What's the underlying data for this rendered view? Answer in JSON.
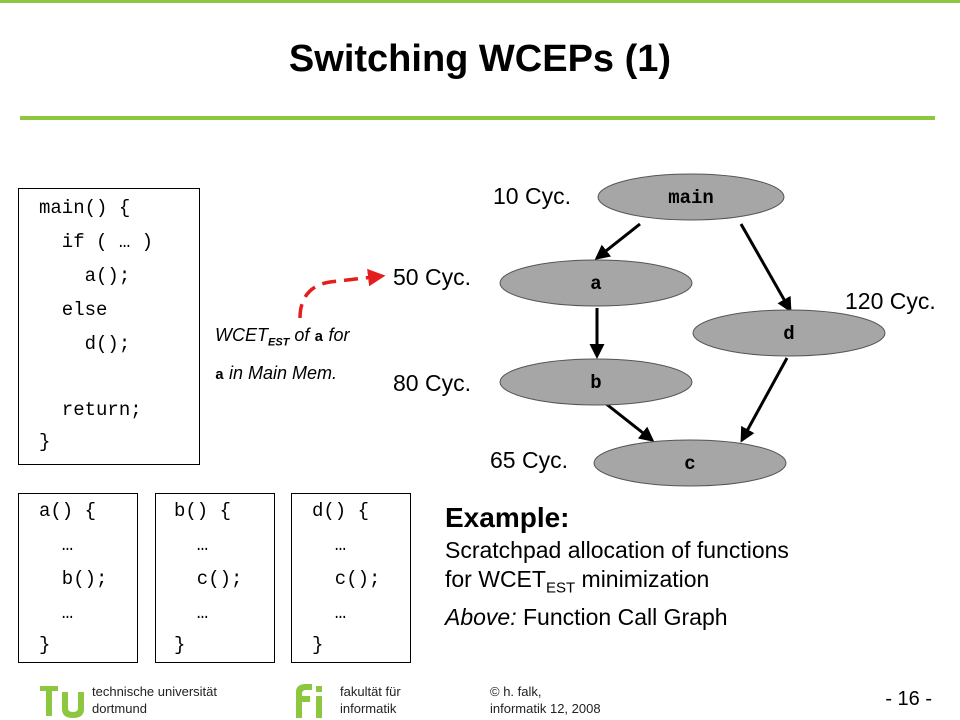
{
  "title": "Switching WCEPs (1)",
  "main_code": [
    "main() {",
    "  if ( … )",
    "    a();",
    "  else",
    "    d();",
    "",
    "  return;",
    "}"
  ],
  "a_code": [
    "a() {",
    "  …",
    "  b();",
    "  …",
    "}"
  ],
  "b_code": [
    "b() {",
    "  …",
    "  c();",
    "  …",
    "}"
  ],
  "d_code": [
    "d() {",
    "  …",
    "  c();",
    "  …",
    "}"
  ],
  "graph": {
    "nodes": {
      "main": "main",
      "a": "a",
      "b": "b",
      "c": "c",
      "d": "d"
    },
    "cycles": {
      "main": "10 Cyc.",
      "a": "50 Cyc.",
      "b": "80 Cyc.",
      "c": "65 Cyc.",
      "d": "120 Cyc."
    }
  },
  "annotation": {
    "wcet": "WCET",
    "sub": "EST",
    "of": " of ",
    "func": "a",
    "for": " for",
    "func2": "a",
    "rest": " in Main Mem."
  },
  "example": {
    "heading": "Example:",
    "line1": "Scratchpad allocation of functions",
    "line2_pre": "for WCET",
    "line2_sub": "EST",
    "line2_post": " minimization",
    "line3_em": "Above:",
    "line3_rest": " Function Call Graph"
  },
  "footer": {
    "uni_line1": "technische universität",
    "uni_line2": "dortmund",
    "fak_line1": "fakultät für",
    "fak_line2": "informatik",
    "author_line1": "© h. falk,",
    "author_line2": "informatik 12,  2008",
    "page": "- 16 -"
  },
  "colors": {
    "accent": "#8dc63f",
    "node_fill": "#a6a6a6",
    "arrow_red": "#e41d1d",
    "logo": "#8dc63f"
  }
}
